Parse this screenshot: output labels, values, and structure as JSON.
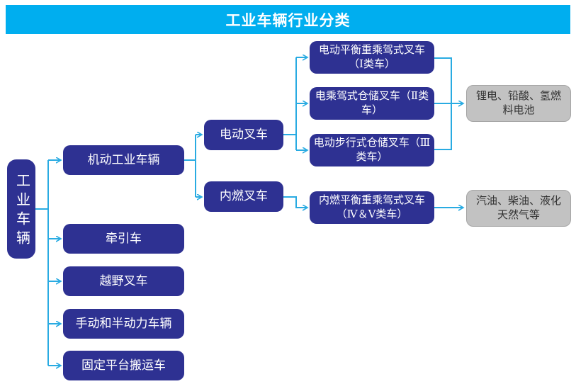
{
  "header": {
    "title": "工业车辆行业分类"
  },
  "colors": {
    "header_bg": "#00AEEF",
    "node_bg": "#2E3192",
    "node_text": "#FFFFFF",
    "connector": "#29ABE2",
    "leaf_bg": "#C2C2C2",
    "leaf_text": "#333333"
  },
  "tree": {
    "root": {
      "label": "工业车辆"
    },
    "level2": [
      {
        "label": "机动工业车辆"
      },
      {
        "label": "牵引车"
      },
      {
        "label": "越野叉车"
      },
      {
        "label": "手动和半动力车辆"
      },
      {
        "label": "固定平台搬运车"
      }
    ],
    "level3": [
      {
        "label": "电动叉车"
      },
      {
        "label": "内燃叉车"
      }
    ],
    "level4": [
      {
        "label": "电动平衡重乘驾式叉车（Ⅰ类车）"
      },
      {
        "label": "电乘驾式仓储叉车（Ⅱ类车）"
      },
      {
        "label": "电动步行式仓储叉车（Ⅲ类车）"
      },
      {
        "label": "内燃平衡重乘驾式叉车（Ⅳ＆Ⅴ类车）"
      }
    ],
    "leaves": [
      {
        "label": "锂电、铅酸、氢燃料电池"
      },
      {
        "label": "汽油、柴油、液化天然气等"
      }
    ]
  }
}
